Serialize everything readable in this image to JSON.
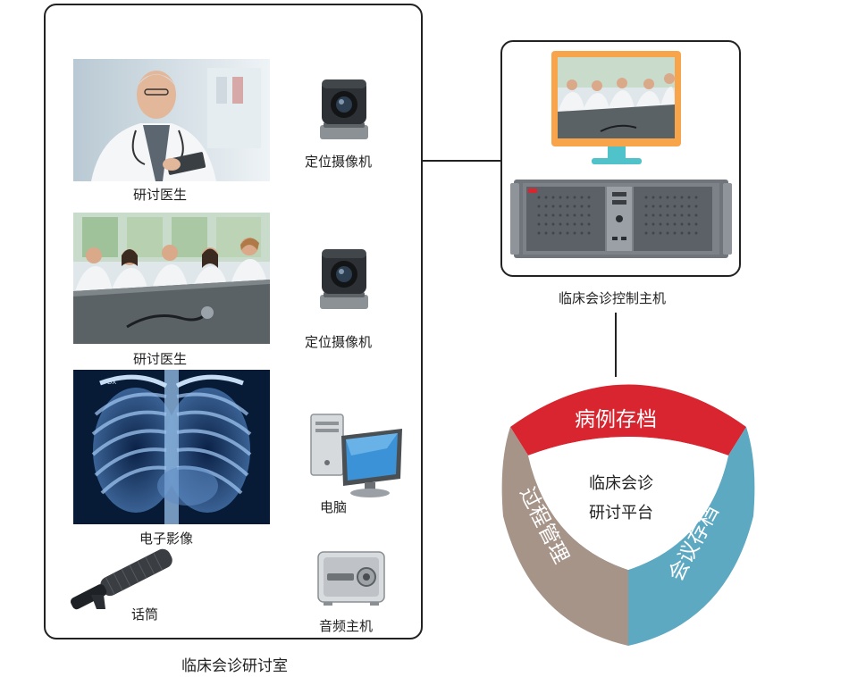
{
  "room": {
    "title": "临床会诊研讨室",
    "doctor1_label": "研讨医生",
    "doctor2_label": "研讨医生",
    "camera1_label": "定位摄像机",
    "camera2_label": "定位摄像机",
    "xray_label": "电子影像",
    "xray_mark": "DX",
    "pc_label": "电脑",
    "mic_label": "话筒",
    "audio_label": "音频主机"
  },
  "host": {
    "label": "临床会诊控制主机"
  },
  "platform": {
    "center_line1": "临床会诊",
    "center_line2": "研讨平台",
    "seg_top": "病例存档",
    "seg_left": "过程管理",
    "seg_right": "会议存档",
    "colors": {
      "top": "#d8252f",
      "left": "#a69489",
      "right": "#5ea9c2"
    }
  }
}
